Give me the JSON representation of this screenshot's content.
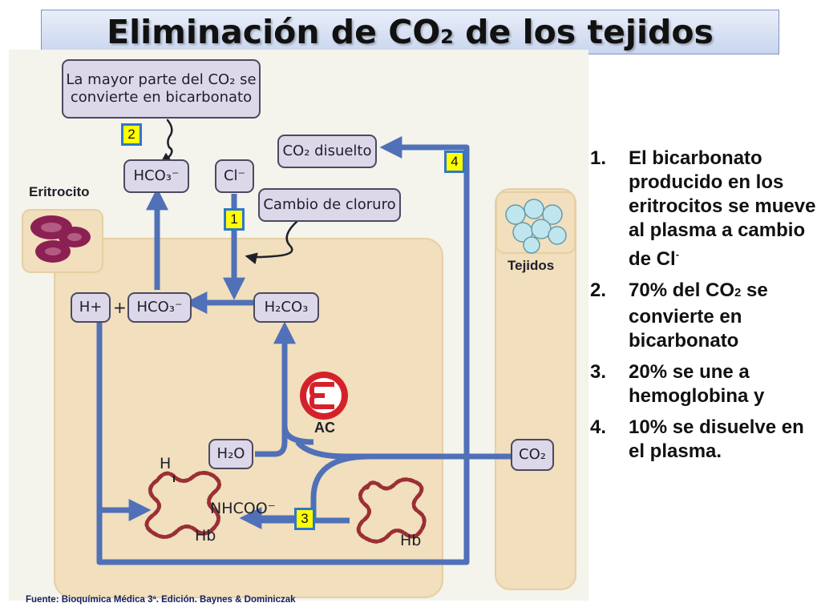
{
  "slide": {
    "title_main": "Eliminación de CO",
    "title_sub": "2",
    "title_rest": " de los tejidos"
  },
  "diagram": {
    "callout_text": "La mayor parte del CO₂ se convierte en bicarbonato",
    "hco3_top": "HCO₃⁻",
    "cl": "Cl⁻",
    "chloride_shift": "Cambio de cloruro",
    "co2_dissolved": "CO₂ disuelto",
    "h_plus": "H+",
    "plus": "+",
    "hco3_mid": "HCO₃⁻",
    "h2co3": "H₂CO₃",
    "ac": "AC",
    "h2o": "H₂O",
    "co2_tissue": "CO₂",
    "h_carbamino": "H",
    "nhcoo": "NHCOO⁻",
    "hb_left": "Hb",
    "hb_right": "Hb",
    "erythrocyte_label": "Eritrocito",
    "tissue_label": "Tejidos",
    "markers": [
      "1",
      "2",
      "3",
      "4"
    ]
  },
  "steps": [
    {
      "num": "1.",
      "text": "El bicarbonato producido en los eritrocitos se mueve al plasma a cambio de Cl",
      "sup": "-"
    },
    {
      "num": "2.",
      "text_a": "70% del CO",
      "sub": "2",
      "text_b": " se convierte en bicarbonato"
    },
    {
      "num": "3.",
      "text": "20% se une a hemoglobina y"
    },
    {
      "num": "4.",
      "text": "10% se disuelve en el plasma."
    }
  ],
  "source": "Fuente: Bioquímica Médica 3ª. Edición.  Baynes & Dominiczak",
  "colors": {
    "arrow_blue": "#5070b8",
    "box_fill": "#ddd7ea",
    "cell_fill": "#f1dfbd",
    "marker_yellow": "#ffff00",
    "marker_border": "#2f78c8",
    "ac_red": "#d4222a"
  }
}
